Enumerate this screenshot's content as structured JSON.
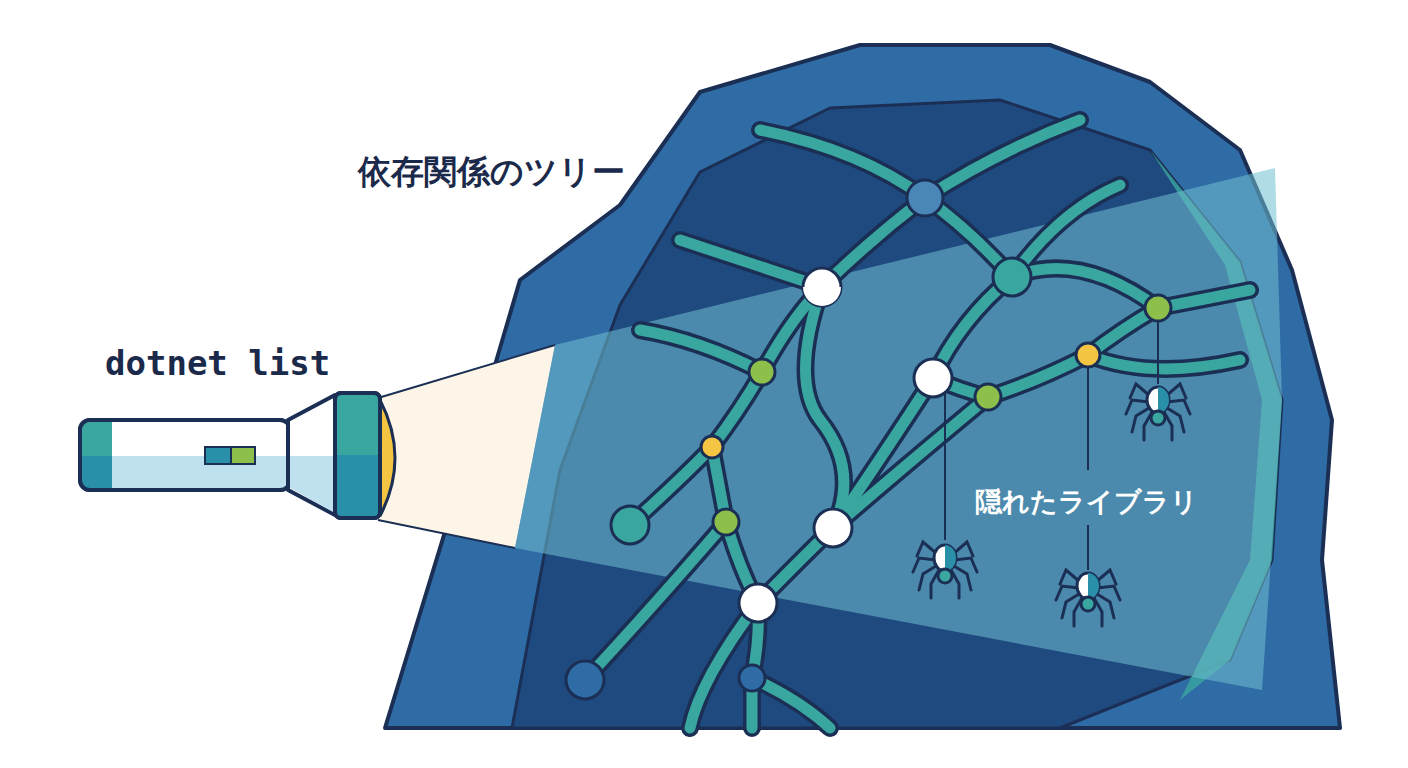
{
  "diagram": {
    "labels": [
      "dotnet list",
      "依存関係のツリー",
      "隠れたライブラリ"
    ]
  }
}
